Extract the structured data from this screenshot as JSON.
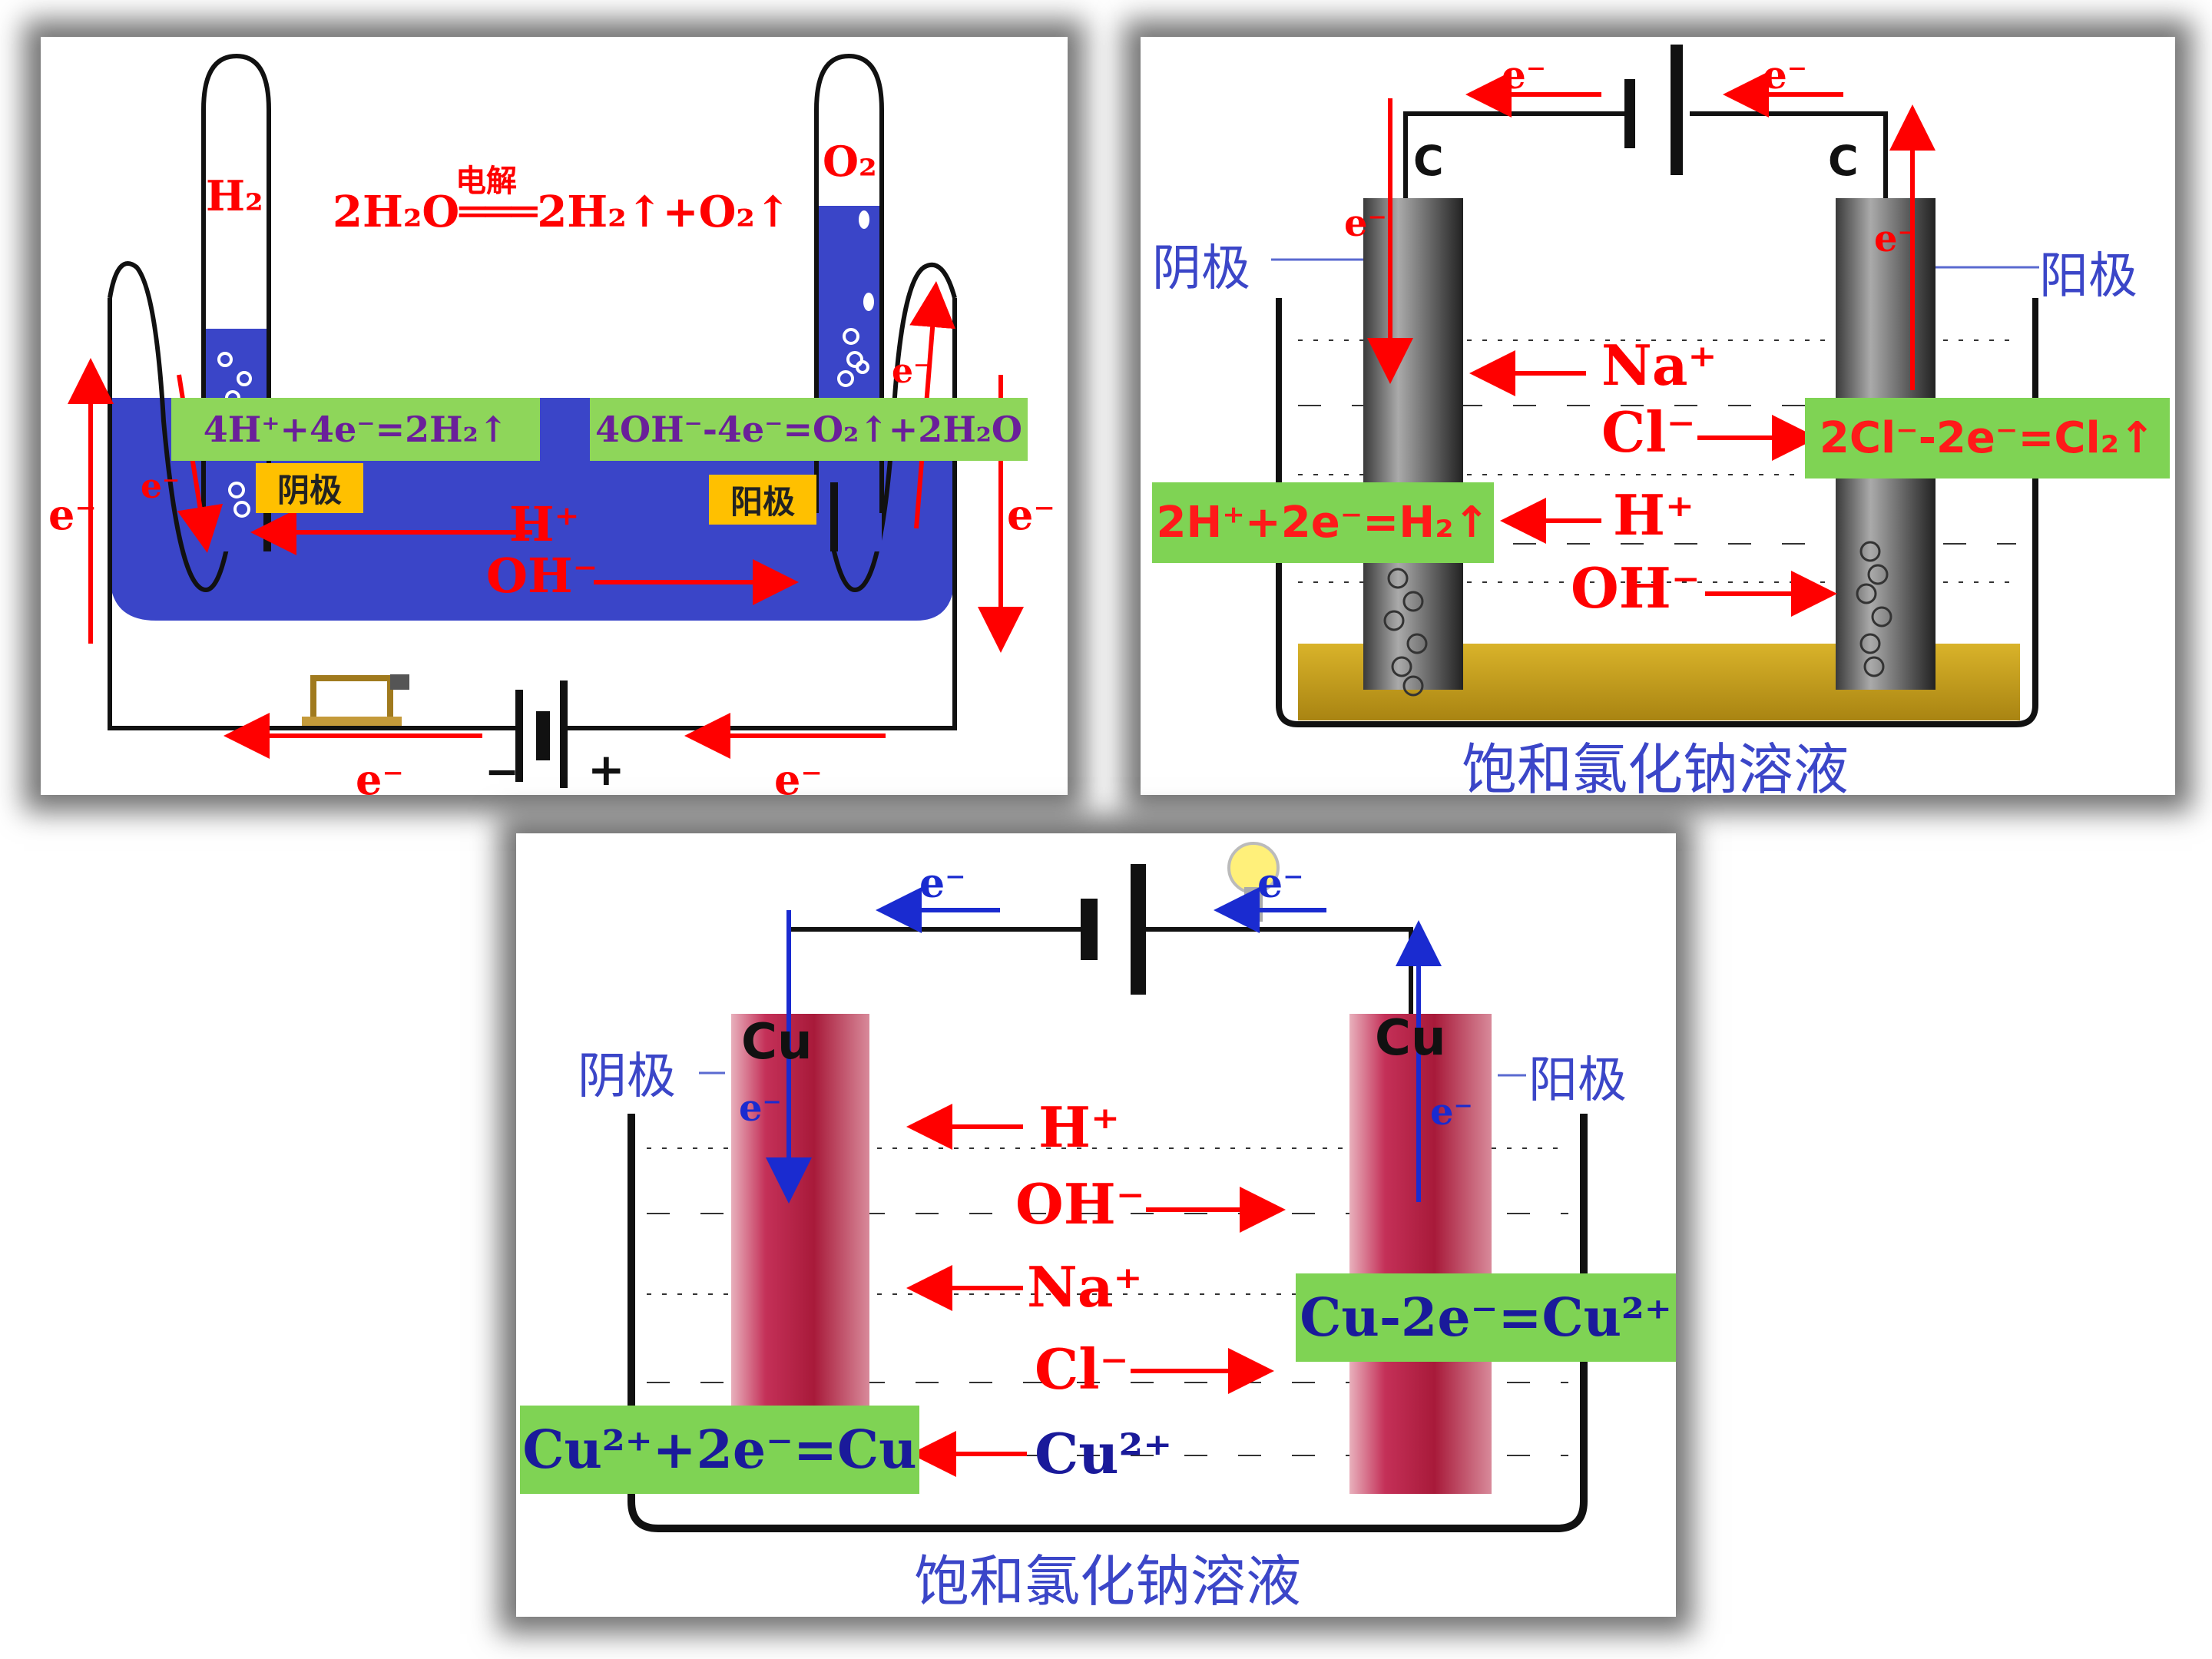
{
  "panel_water": {
    "equation": "2H₂O═══2H₂↑+O₂↑",
    "equation_condition": "电解",
    "h2_label": "H₂",
    "o2_label": "O₂",
    "cathode_reaction": "4H⁺+4e⁻=2H₂↑",
    "anode_reaction": "4OH⁻-4e⁻=O₂↑+2H₂O",
    "cathode_label": "阴极",
    "anode_label": "阳极",
    "ion_h": "H⁺",
    "ion_oh": "OH⁻",
    "electron": "e⁻",
    "minus": "−",
    "plus": "+",
    "colors": {
      "solution": "#3a45c8",
      "reaction_box": "#8ed65a",
      "electrode_label": "#ffc000",
      "arrow": "#ff0000"
    }
  },
  "panel_nacl_carbon": {
    "cathode_label": "阴极",
    "anode_label": "阳极",
    "electrode_left": "C",
    "electrode_right": "C",
    "ion_na": "Na⁺",
    "ion_cl": "Cl⁻",
    "ion_h": "H⁺",
    "ion_oh": "OH⁻",
    "anode_reaction": "2Cl⁻-2e⁻=Cl₂↑",
    "cathode_reaction": "2H⁺+2e⁻=H₂↑",
    "caption": "饱和氯化钠溶液",
    "electron": "e⁻",
    "colors": {
      "label": "#3b46c8",
      "reaction_box": "#7fd354",
      "reaction_text": "#ff1a1a"
    }
  },
  "panel_nacl_copper": {
    "cathode_label": "阴极",
    "anode_label": "阳极",
    "electrode_left": "Cu",
    "electrode_right": "Cu",
    "ion_h": "H⁺",
    "ion_oh": "OH⁻",
    "ion_na": "Na⁺",
    "ion_cl": "Cl⁻",
    "ion_cu": "Cu²⁺",
    "anode_reaction": "Cu-2e⁻=Cu²⁺",
    "cathode_reaction": "Cu²⁺+2e⁻=Cu",
    "caption": "饱和氯化钠溶液",
    "electron": "e⁻",
    "colors": {
      "label": "#3b46c8",
      "reaction_box": "#7fd354",
      "reaction_text": "#1a1a9a",
      "electrode": "#b0203c"
    }
  }
}
